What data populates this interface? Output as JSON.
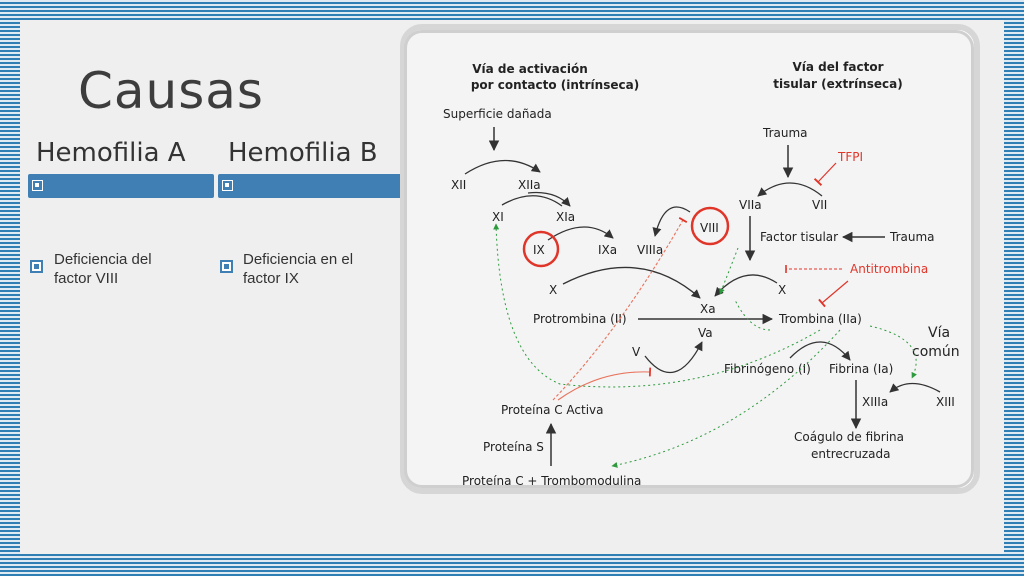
{
  "slide": {
    "title": "Causas",
    "columns": [
      {
        "heading": "Hemofilia A",
        "item": "Deficiencia del\nfactor VIII"
      },
      {
        "heading": "Hemofilia B",
        "item": "Deficiencia en el\nfactor IX"
      }
    ]
  },
  "diagram": {
    "headers": {
      "intrinsic_line1": "Vía de activación",
      "intrinsic_line2": "por contacto (intrínseca)",
      "extrinsic_line1": "Vía del factor",
      "extrinsic_line2": "tisular (extrínseca)"
    },
    "labels": {
      "superficie": "Superficie dañada",
      "xii": "XII",
      "xiia": "XIIa",
      "xi": "XI",
      "xia": "XIa",
      "ix": "IX",
      "ixa": "IXa",
      "viiia": "VIIIa",
      "viii": "VIII",
      "trauma1": "Trauma",
      "tfpi": "TFPI",
      "viia": "VIIa",
      "vii": "VII",
      "factor_tisular": "Factor tisular",
      "trauma2": "Trauma",
      "antitrombina": "Antitrombina",
      "x_left": "X",
      "x_right": "X",
      "xa": "Xa",
      "protrombina": "Protrombina (II)",
      "trombina": "Trombina (IIa)",
      "va": "Va",
      "v": "V",
      "via_comun_1": "Vía",
      "via_comun_2": "común",
      "fibrinogeno": "Fibrinógeno (I)",
      "fibrina": "Fibrina (Ia)",
      "xiiia": "XIIIa",
      "xiii": "XIII",
      "proteina_c_activa": "Proteína C Activa",
      "proteina_s": "Proteína S",
      "coagulo1": "Coágulo de fibrina",
      "coagulo2": "entrecruzada",
      "proteina_c_trombo": "Proteína C + Trombomodulina"
    },
    "colors": {
      "red": "#e0362a",
      "green": "#2e9a3e",
      "salmon": "#e8735c",
      "accent": "#3f7fb3"
    }
  }
}
